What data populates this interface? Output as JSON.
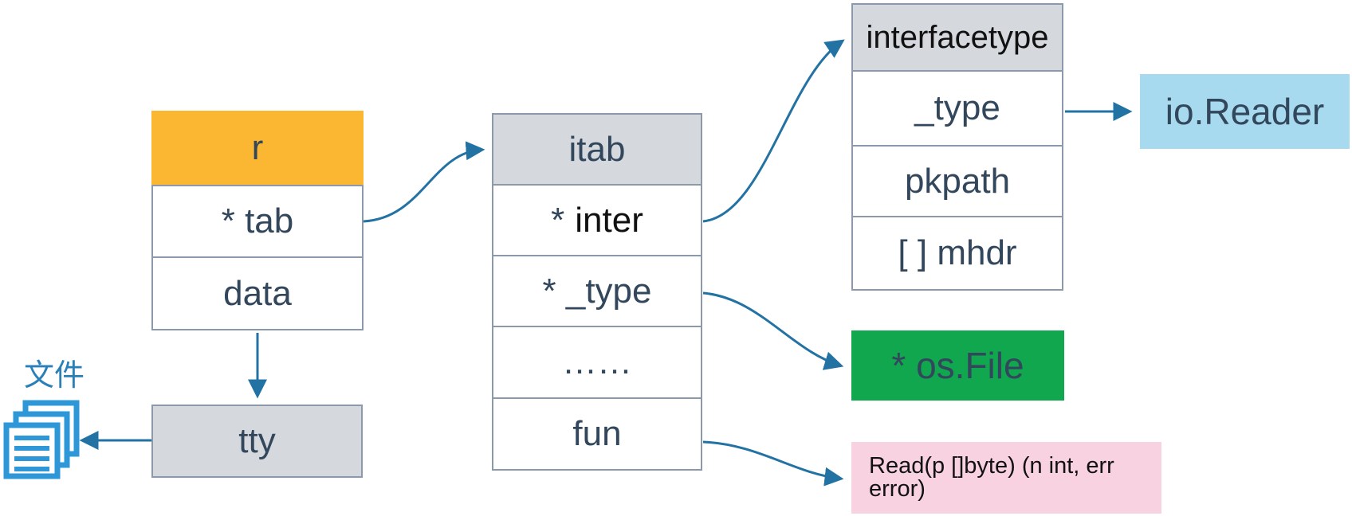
{
  "colors": {
    "orange": "#FBB732",
    "header-gray": "#D5D8DD",
    "border-gray": "#8C99AA",
    "arrow-blue": "#2272A4",
    "navy": "#33475C",
    "ink": "#111111",
    "light-blue": "#A7DAEE",
    "green": "#10A74F",
    "pink": "#F9D2E2",
    "icon-blue": "#2E97D8",
    "label-blue": "#2980B9",
    "white": "#FFFFFF"
  },
  "nodes": {
    "r_struct": {
      "header": "r",
      "row_tab": "* tab",
      "row_data": "data"
    },
    "itab_struct": {
      "header": "itab",
      "row_inter_star": "*",
      "row_inter_name": "inter",
      "row_type": "* _type",
      "row_dots": "……",
      "row_fun": "fun"
    },
    "interfacetype_struct": {
      "header": "interfacetype",
      "row_type": "_type",
      "row_pkpath": "pkpath",
      "row_mhdr": "[ ] mhdr"
    },
    "io_reader": {
      "label": "io.Reader"
    },
    "os_file": {
      "label": "* os.File"
    },
    "read_signature": {
      "label": "Read(p []byte) (n int, err error)"
    },
    "tty": {
      "label": "tty"
    },
    "file_label": {
      "label": "文件"
    }
  },
  "icons": {
    "file_stack": "file-stack-icon"
  }
}
